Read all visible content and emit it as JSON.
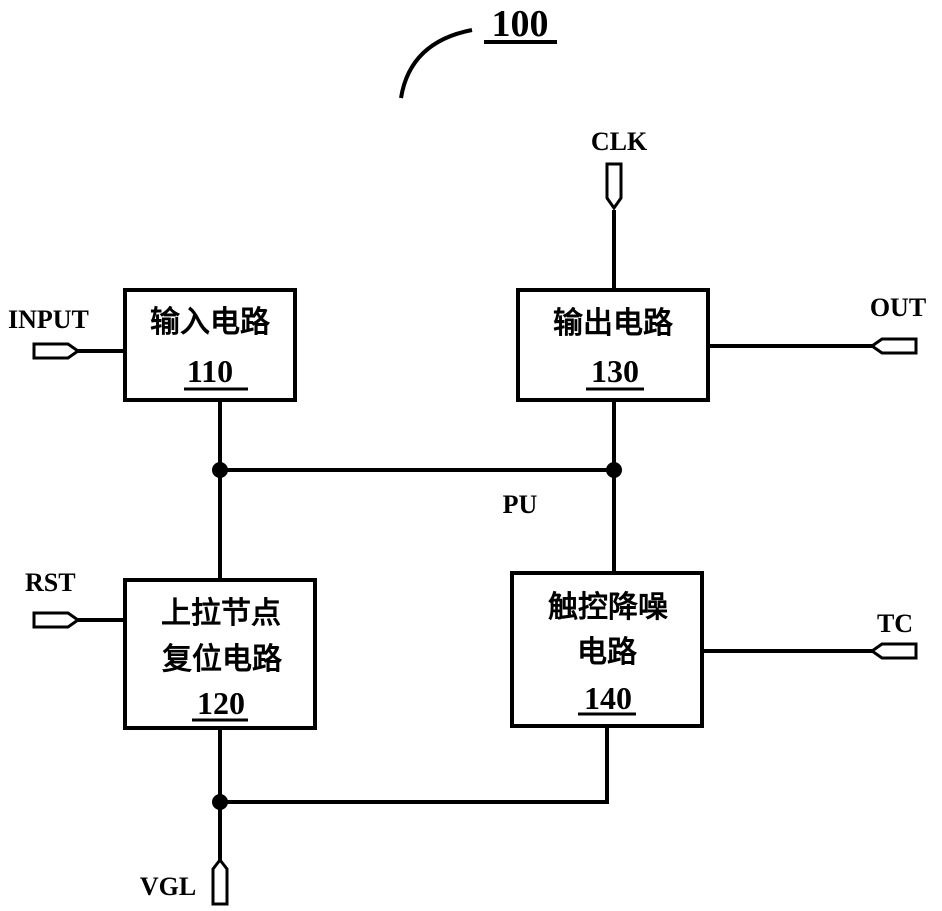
{
  "figure": {
    "ref": "100"
  },
  "blocks": [
    {
      "id": "input",
      "title_lines": [
        "输入电路"
      ],
      "ref": "110"
    },
    {
      "id": "reset",
      "title_lines": [
        "上拉节点",
        "复位电路"
      ],
      "ref": "120"
    },
    {
      "id": "output",
      "title_lines": [
        "输出电路"
      ],
      "ref": "130"
    },
    {
      "id": "touch",
      "title_lines": [
        "触控降噪",
        "电路"
      ],
      "ref": "140"
    }
  ],
  "signals": {
    "input": "INPUT",
    "rst": "RST",
    "clk": "CLK",
    "out": "OUT",
    "tc": "TC",
    "vgl": "VGL",
    "pu": "PU"
  },
  "colors": {
    "line": "#000000",
    "background": "#ffffff"
  }
}
